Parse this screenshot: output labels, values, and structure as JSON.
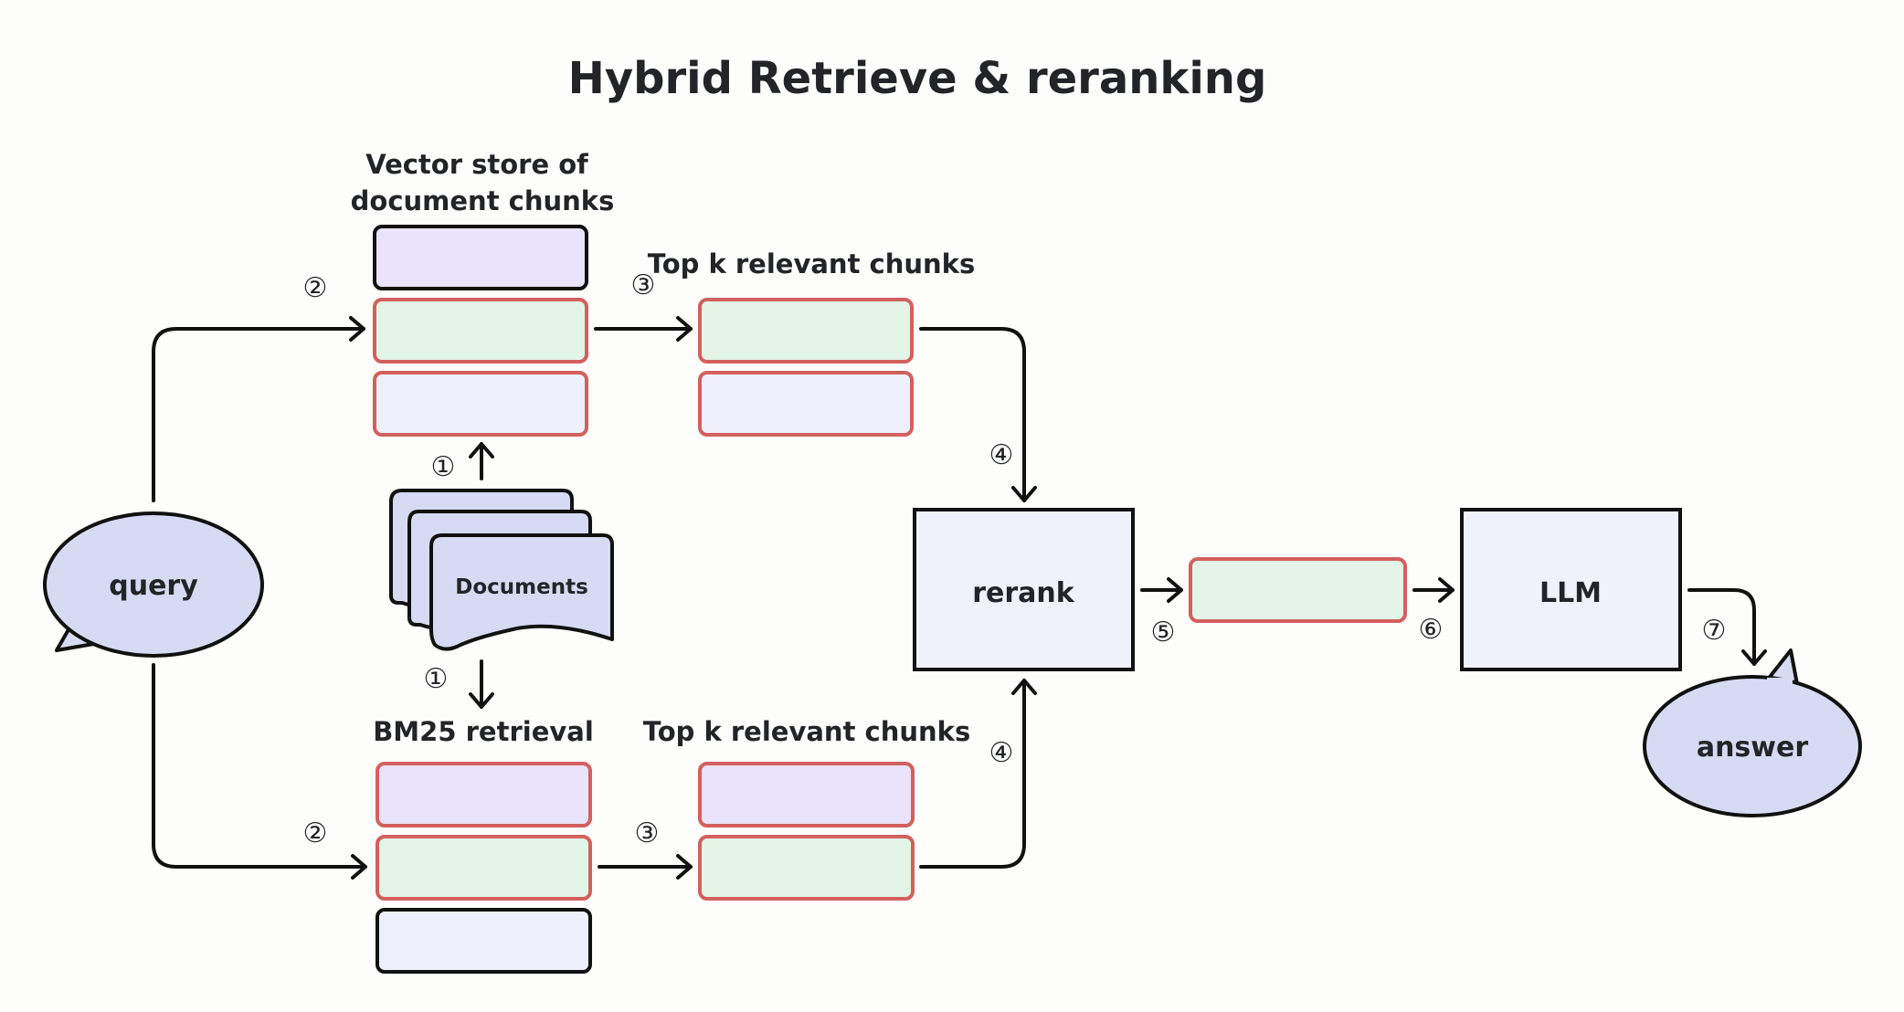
{
  "title": "Hybrid Retrieve & reranking",
  "nodes": {
    "query": "query",
    "documents": "Documents",
    "rerank": "rerank",
    "llm": "LLM",
    "answer": "answer"
  },
  "labels": {
    "vector_store_line1": "Vector store of",
    "vector_store_line2": "document chunks",
    "top_k_upper": "Top k relevant chunks",
    "bm25": "BM25 retrieval",
    "top_k_lower": "Top k relevant chunks"
  },
  "steps": {
    "s1": "①",
    "s2": "②",
    "s3": "③",
    "s4": "④",
    "s5": "⑤",
    "s6": "⑥",
    "s7": "⑦"
  },
  "colors": {
    "purple_chunk": "#e9e3fb",
    "green_chunk": "#e3f5e6",
    "blue_chunk": "#eef1fb",
    "chunk_red_border": "#d2605e",
    "dark_border": "#111111",
    "bubble_fill": "#d6dbf3",
    "box_fill": "#eff2fb"
  }
}
